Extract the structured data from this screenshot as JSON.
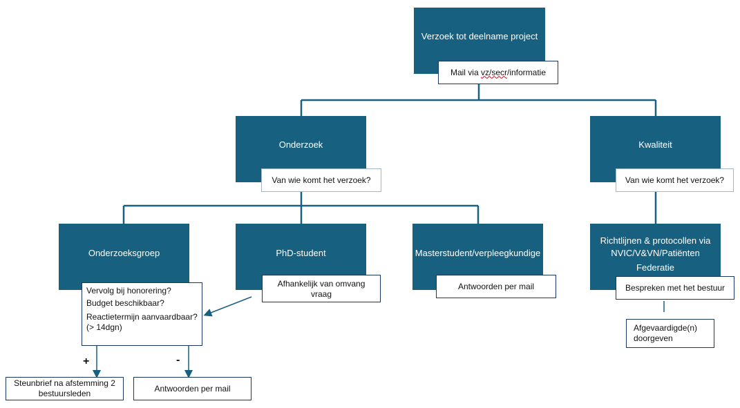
{
  "nodes": {
    "root": {
      "title": "Verzoek tot deelname project",
      "sub_pre": "Mail via ",
      "sub_squiggle": "vz/secr",
      "sub_post": "/informatie"
    },
    "onderzoek": {
      "title": "Onderzoek",
      "sub": "Van wie komt het verzoek?"
    },
    "kwaliteit": {
      "title": "Kwaliteit",
      "sub": "Van wie komt het verzoek?"
    },
    "onderzoeksgroep": {
      "title": "Onderzoeksgroep"
    },
    "phd": {
      "title": "PhD-student",
      "sub": "Afhankelijk van omvang vraag"
    },
    "master": {
      "title": "Masterstudent/verpleegkundige",
      "sub": "Antwoorden per mail"
    },
    "richtlijnen": {
      "title_line1": "Richtlijnen & protocollen via NVIC/V&VN/Patiënten",
      "title_line2": "Federatie",
      "sub": "Bespreken met het bestuur"
    }
  },
  "questions": [
    "Vervolg bij honorering?",
    "Budget beschikbaar?",
    "Reactietermijn aanvaardbaar? (> 14dgn)"
  ],
  "outcomes": {
    "plus_sign": "+",
    "minus_sign": "-",
    "plus": "Steunbrief na afstemming 2 bestuursleden",
    "minus": "Antwoorden per mail",
    "delegate": "Afgevaardigde(n) doorgeven"
  },
  "colors": {
    "node_fill": "#17607f",
    "line": "#17607f",
    "border": "#17375e"
  }
}
